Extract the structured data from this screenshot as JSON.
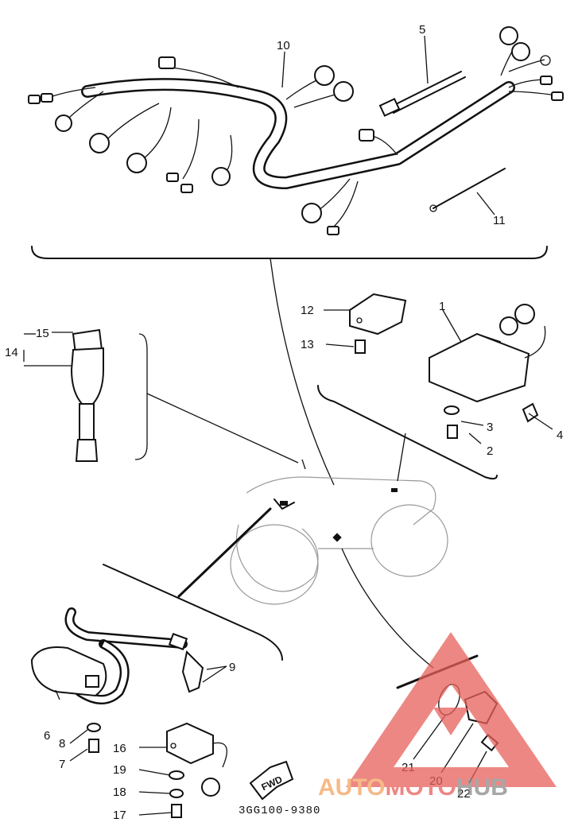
{
  "callouts": {
    "c1": "1",
    "c2": "2",
    "c3": "3",
    "c4": "4",
    "c5": "5",
    "c6": "6",
    "c7": "7",
    "c8": "8",
    "c9": "9",
    "c10": "10",
    "c11": "11",
    "c12": "12",
    "c13": "13",
    "c14": "14",
    "c15": "15",
    "c16": "16",
    "c17": "17",
    "c18": "18",
    "c19": "19",
    "c20": "20",
    "c21": "21",
    "c22": "22"
  },
  "fwd_label": "FWD",
  "diagram_code": "3GG100-9380",
  "watermark": {
    "part1": "AUTO",
    "part2": "MOTO",
    "part3": "HUB",
    "color_orange": "#f4a460",
    "color_red": "#e8605a",
    "color_grey": "#8a8a8a"
  }
}
